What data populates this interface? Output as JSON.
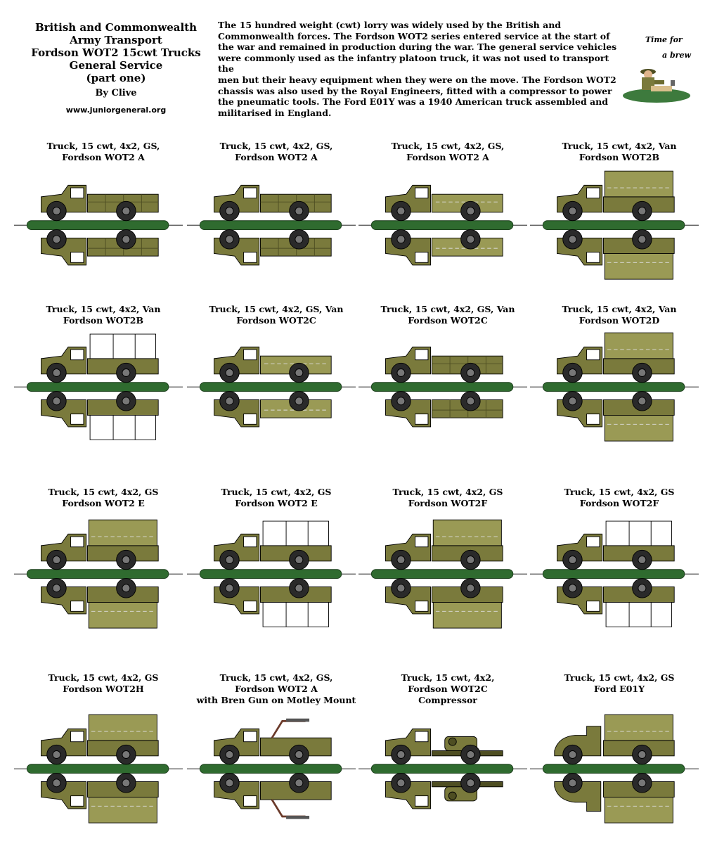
{
  "header": {
    "title_lines": [
      "British and Commonwealth",
      "Army Transport",
      "Fordson WOT2 15cwt Trucks",
      "General Service",
      "(part one)"
    ],
    "author": "By Clive",
    "website": "www.juniorgeneral.org"
  },
  "description": "The 15 hundred weight (cwt) lorry was widely used by the British and\nCommonwealth forces. The Fordson WOT2  series entered service at the start of\nthe war and remained in production during the war. The general service vehicles\nwere commonly used as the infantry platoon truck, it was not used to transport the\nmen but their heavy equipment when they were on the move. The Fordson WOT2\nchassis was also used by the Royal Engineers, fitted with a compressor to power\nthe pneumatic tools.  The Ford E01Y was a 1940 American truck assembled and\nmilitarised in England.",
  "logo": {
    "line1": "Time for",
    "line2": "a brew"
  },
  "colors": {
    "olive": "#7a7a3c",
    "olive_dark": "#4e4e22",
    "canvas": "#9a9a55",
    "base_green": "#2f6b2f",
    "tyre": "#2a2a2a"
  },
  "figures": [
    {
      "caption": "Truck, 15 cwt, 4x2, GS,\nFordson WOT2 A",
      "variant": "open"
    },
    {
      "caption": "Truck, 15 cwt, 4x2, GS,\nFordson WOT2 A",
      "variant": "open"
    },
    {
      "caption": "Truck, 15 cwt, 4x2, GS,\nFordson WOT2 A",
      "variant": "covered-low"
    },
    {
      "caption": "Truck, 15 cwt, 4x2, Van\nFordson WOT2B",
      "variant": "covered"
    },
    {
      "caption": "Truck, 15 cwt, 4x2, Van\nFordson WOT2B",
      "variant": "frame"
    },
    {
      "caption": "Truck, 15 cwt, 4x2, GS, Van\nFordson WOT2C",
      "variant": "covered-low"
    },
    {
      "caption": "Truck, 15 cwt, 4x2, GS, Van\nFordson WOT2C",
      "variant": "open"
    },
    {
      "caption": "Truck, 15 cwt, 4x2, Van\nFordson WOT2D",
      "variant": "covered"
    },
    {
      "caption": "Truck, 15 cwt, 4x2, GS\nFordson WOT2 E",
      "variant": "covered"
    },
    {
      "caption": "Truck, 15 cwt, 4x2, GS\nFordson WOT2 E",
      "variant": "frame"
    },
    {
      "caption": "Truck, 15 cwt, 4x2, GS\nFordson WOT2F",
      "variant": "covered"
    },
    {
      "caption": "Truck, 15 cwt, 4x2, GS\nFordson WOT2F",
      "variant": "frame"
    },
    {
      "caption": "Truck, 15 cwt, 4x2, GS\nFordson WOT2H",
      "variant": "covered"
    },
    {
      "caption": "Truck, 15 cwt, 4x2, GS,\nFordson WOT2 A\nwith Bren Gun on Motley Mount",
      "variant": "gun"
    },
    {
      "caption": "Truck, 15 cwt, 4x2,\nFordson WOT2C\nCompressor",
      "variant": "compressor"
    },
    {
      "caption": "Truck, 15 cwt, 4x2, GS\nFord E01Y",
      "variant": "ford"
    }
  ]
}
